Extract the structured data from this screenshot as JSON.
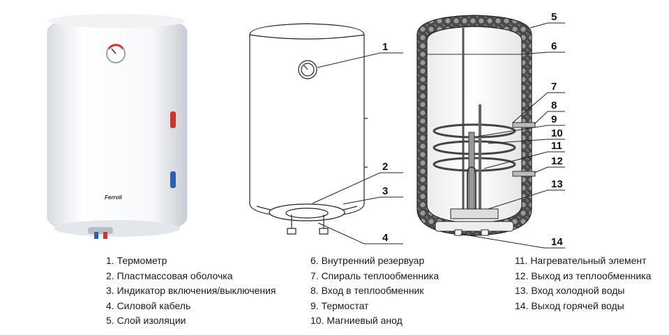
{
  "brand_label": "Ferroli",
  "callout_numbers": [
    "1",
    "2",
    "3",
    "4",
    "5",
    "6",
    "7",
    "8",
    "9",
    "10",
    "11",
    "12",
    "13",
    "14"
  ],
  "legend": {
    "col1": [
      "1. Термометр",
      "2. Пластмассовая оболочка",
      "3. Индикатор включения/выключения",
      "4. Силовой кабель",
      "5. Слой изоляции"
    ],
    "col2": [
      "6. Внутренний резервуар",
      "7. Спираль теплообменника",
      "8. Вход в теплообменник",
      "9. Термостат",
      "10. Магниевый анод"
    ],
    "col3": [
      "11. Нагревательный элемент",
      "12. Выход из теплообменника",
      "13. Вход холодной воды",
      "14. Выход горячей воды"
    ]
  },
  "colors": {
    "insulation": "#555555",
    "line": "#222222",
    "hot_pipe": "#d0342c",
    "cold_pipe": "#2b5fb4"
  }
}
